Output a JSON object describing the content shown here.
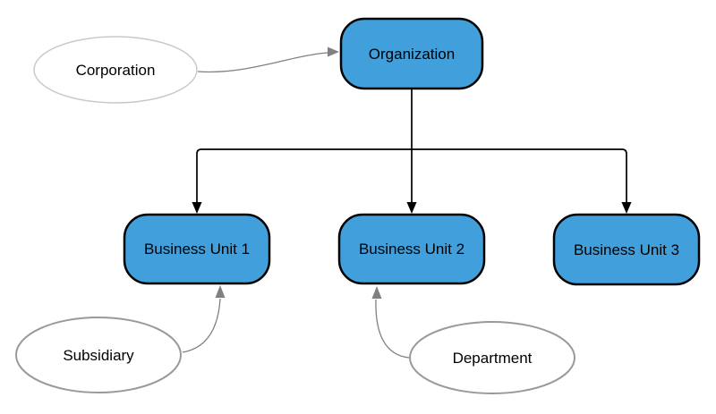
{
  "diagram": {
    "type": "org-chart-flowchart",
    "colors": {
      "background": "#ffffff",
      "node-fill": "#41a0dc",
      "node-border": "#000000",
      "ellipse-fill": "#ffffff",
      "corporation-border": "#c9c9c9",
      "annotation-border": "#999999",
      "tree-connector": "#000000",
      "annotation-connector": "#808080",
      "text": "#000000"
    },
    "nodes": [
      {
        "id": "organization",
        "label": "Organization",
        "shape": "rounded-rectangle"
      },
      {
        "id": "business-unit-1",
        "label": "Business Unit 1",
        "shape": "rounded-rectangle"
      },
      {
        "id": "business-unit-2",
        "label": "Business Unit 2",
        "shape": "rounded-rectangle"
      },
      {
        "id": "business-unit-3",
        "label": "Business Unit 3",
        "shape": "rounded-rectangle"
      }
    ],
    "annotations": [
      {
        "id": "corporation",
        "label": "Corporation",
        "shape": "ellipse"
      },
      {
        "id": "subsidiary",
        "label": "Subsidiary",
        "shape": "ellipse"
      },
      {
        "id": "department",
        "label": "Department",
        "shape": "ellipse"
      }
    ],
    "edges": [
      {
        "from": "Organization",
        "to": "Business Unit 1",
        "style": "black-orthogonal-arrow"
      },
      {
        "from": "Organization",
        "to": "Business Unit 2",
        "style": "black-orthogonal-arrow"
      },
      {
        "from": "Organization",
        "to": "Business Unit 3",
        "style": "black-orthogonal-arrow"
      },
      {
        "from": "Corporation",
        "to": "Organization",
        "style": "gray-curved-arrow"
      },
      {
        "from": "Subsidiary",
        "to": "Business Unit 1",
        "style": "gray-curved-arrow"
      },
      {
        "from": "Department",
        "to": "Business Unit 2",
        "style": "gray-curved-arrow"
      }
    ]
  }
}
